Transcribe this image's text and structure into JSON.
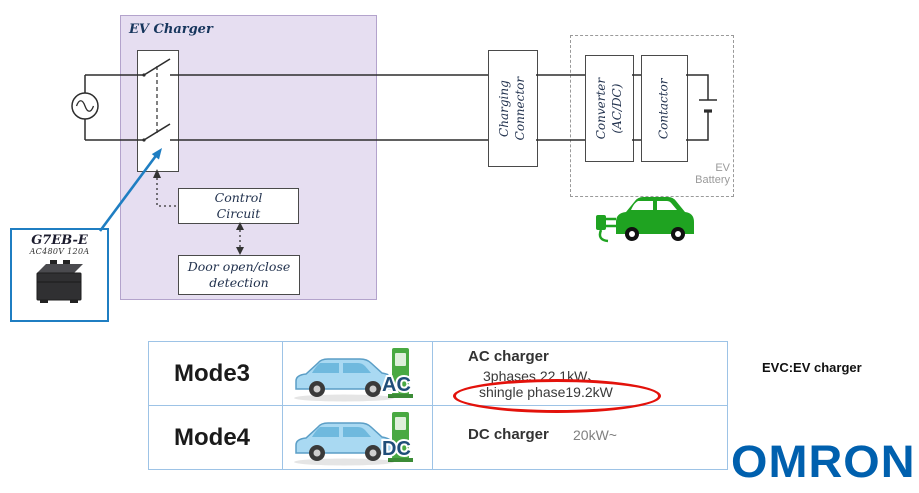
{
  "diagram": {
    "ev_charger_title": "EV Charger",
    "control_circuit_line1": "Control",
    "control_circuit_line2": "Circuit",
    "door_detection_line1": "Door open/close",
    "door_detection_line2": "detection",
    "charging_connector_line1": "Charging",
    "charging_connector_line2": "Connector",
    "converter_line1": "Converter",
    "converter_line2": "(AC/DC)",
    "contactor": "Contactor",
    "ev_battery_line1": "EV",
    "ev_battery_line2": "Battery",
    "relay_name": "G7EB-E",
    "relay_spec": "AC480V 120A"
  },
  "table": {
    "rows": [
      {
        "mode": "Mode3",
        "badge": "AC",
        "title": "AC charger",
        "detail1": "3phases 22.1kW、",
        "detail2": "shingle phase19.2kW"
      },
      {
        "mode": "Mode4",
        "badge": "DC",
        "title": "DC charger",
        "detail1": "20kW~"
      }
    ]
  },
  "note": "EVC:EV charger",
  "logo": "OMRON",
  "colors": {
    "ev_charger_fill": "#E6DEF1",
    "callout_blue": "#1F7EC2",
    "omron_blue": "#0060AE",
    "car_green": "#1FA321",
    "table_border": "#9DC3E6",
    "highlight_red": "#E3120B"
  }
}
